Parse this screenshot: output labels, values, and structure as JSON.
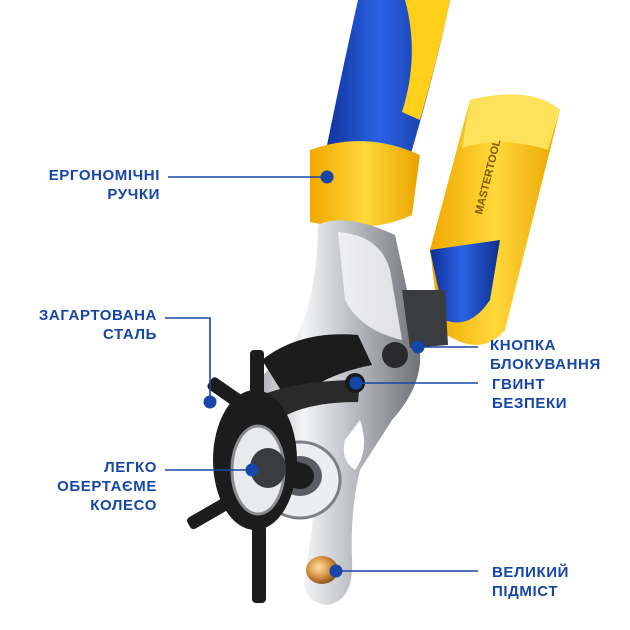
{
  "brand": "MASTERTOOL",
  "colors": {
    "label_text": "#1646a8",
    "leader_line": "#1646a8",
    "handle_blue": "#1f4fd0",
    "handle_yellow": "#ffcf1a",
    "metal": "#d7d9dc",
    "punch_black": "#1c1c1c",
    "brass": "#d79a4c"
  },
  "callouts": [
    {
      "id": "ergonomic",
      "lines": [
        "ЕРГОНОМІЧНІ",
        "РУЧКИ"
      ]
    },
    {
      "id": "steel",
      "lines": [
        "ЗАГАРТОВАНА",
        "СТАЛЬ"
      ]
    },
    {
      "id": "wheel",
      "lines": [
        "ЛЕГКО",
        "ОБЕРТАЄМЕ",
        "КОЛЕСО"
      ]
    },
    {
      "id": "lock",
      "lines": [
        "КНОПКА",
        "БЛОКУВАННЯ"
      ]
    },
    {
      "id": "screw",
      "lines": [
        "ГВИНТ",
        "БЕЗПЕКИ"
      ]
    },
    {
      "id": "anvil",
      "lines": [
        "ВЕЛИКИЙ",
        "ПІДМІСТ"
      ]
    }
  ]
}
